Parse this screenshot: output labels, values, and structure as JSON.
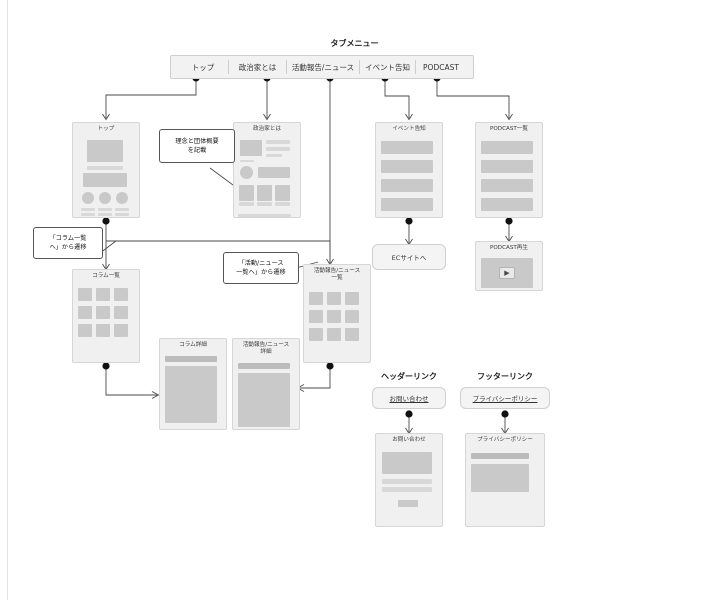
{
  "diagram": {
    "title": "タブメニュー",
    "tab_menu": {
      "label": "タブメニュー",
      "items": [
        "トップ",
        "政治家とは",
        "活動報告/ニュース",
        "イベント告知",
        "PODCAST"
      ]
    },
    "pages": {
      "top": "トップ",
      "about": "政治家とは",
      "event": "イベント告知",
      "podcast_list": "PODCAST一覧",
      "podcast_play": "PODCAST再生",
      "ec_site": "ECサイトへ",
      "column_list": "コラム一覧",
      "column_detail": "コラム詳細",
      "news_list": "活動報告/ニュース\n一覧",
      "news_detail": "活動報告/ニュース\n詳細",
      "contact": "お問い合わせ",
      "privacy": "プライバシーポリシー"
    },
    "notes": {
      "about_note": "理念と団体概要\nを記載",
      "column_note": "「コラム一覧\nへ」から遷移",
      "news_note": "「活動/ニュース\n一覧へ」から遷移"
    },
    "groups": {
      "header_link": "ヘッダーリンク",
      "footer_link": "フッターリンク"
    },
    "links": {
      "contact_link": "お問い合わせ",
      "privacy_link": "プライバシーポリシー"
    },
    "icons": {
      "play": "▶"
    },
    "colors": {
      "canvas": "#ffffff",
      "card_fill": "#f0f0f0",
      "card_border": "#d6d6d6",
      "block": "#c9c9c9",
      "line": "#4a4a4a",
      "bar_fill": "#f2f2f2"
    }
  }
}
